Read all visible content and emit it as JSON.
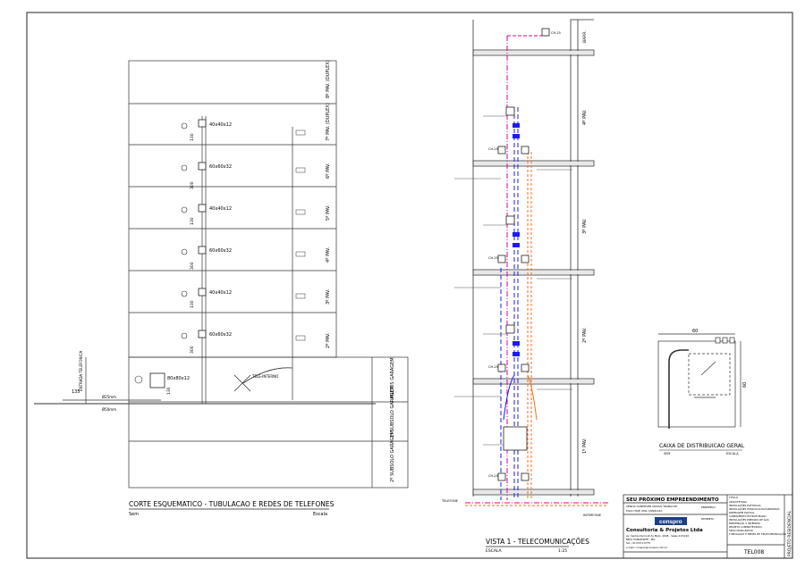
{
  "section_left": {
    "title": "CORTE ESQUEMATICO - TUBULACAO E REDES DE TELEFONES",
    "sub_left": "Sem",
    "sub_right": "Escala",
    "floors": [
      "8º PAV. (DUPLEX)",
      "7º PAV. (DUPLEX)",
      "6º PAV.",
      "5º PAV.",
      "4º PAV.",
      "3º PAV.",
      "2º PAV."
    ],
    "lower_floors": [
      "PILOTIS GARAGEM",
      "1º SUBSOLO GARAGEM",
      "2º SUBSOLO GARAGEM"
    ],
    "boxes": [
      "40x40x12",
      "60x60x32",
      "40x40x12",
      "60x60x32",
      "40x40x12",
      "60x60x32"
    ],
    "main_box": "80x80x12",
    "dims": [
      "130",
      "300",
      "130",
      "300",
      "130",
      "300",
      "130"
    ],
    "entry_dim": "135",
    "entry_label": "ENTRADA TELEFONICA",
    "pole_label": "TELE-INTERNO",
    "pipe_1": "Ø25mm",
    "pipe_2": "Ø50mm"
  },
  "section_mid": {
    "title": "VISTA 1 - TELECOMUNICAÇÕES",
    "scale_left": "ESCALA",
    "scale_right": "1:25",
    "floors": [
      "BARR.",
      "4º PAV.",
      "3º PAV.",
      "2º PAV.",
      "1º PAV."
    ],
    "tags": [
      "CH-25",
      "TELEFONE",
      "INTERFONE"
    ]
  },
  "detail": {
    "title": "CAIXA DE DISTRIBUICAO GERAL",
    "left": "SEM",
    "right": "ESCALA",
    "dim_w": "60",
    "dim_h": "60"
  },
  "title_block": {
    "project": "SEU PRÓXIMO EMPREENDIMENTO",
    "note1": "VENHA CONHECER NOSSO TRABALHO",
    "note2": "FAÇA HOJE UMA CONSULTA",
    "logo": "conspro",
    "company": "Consultoria & Projetos Ltda",
    "addr1": "Av. Santos Dumont de Melo, 4648 - Salas 215/216",
    "addr2": "BELO HORIZONTE - MG",
    "phone": "fax: (31)3371-5775",
    "email": "e-mail: conspro@conspro.com.br",
    "title_label": "TITULO",
    "subjects": [
      "ARQUITETURA",
      "INSTALAÇÕES ELÉTRICAS",
      "INSTALAÇÕES HIDRÁULICAS/SANITÁRIAS",
      "DRENAGEM PLUVIAL",
      "CABEAMENTO ESTRUTURADO",
      "INSTALAÇÕES PREDIAIS DE GÁS",
      "PREVENÇÃO A INCÊNDIO",
      "PROJETO LUMINOTÉCNICO",
      "SPDA (PARA-RAIOS)",
      "TUBULAÇÃO E REDES DE TELECOMUNICAÇÃO"
    ],
    "sheet_code": "TEL008",
    "side_label": "PROJETO RESIDENCIAL",
    "field_1": "ENDEREÇO",
    "field_2": "DESENHO"
  },
  "colors": {
    "magenta": "#e0008c",
    "blue": "#1c1cf0",
    "orange": "#f07020",
    "line": "#222222"
  }
}
